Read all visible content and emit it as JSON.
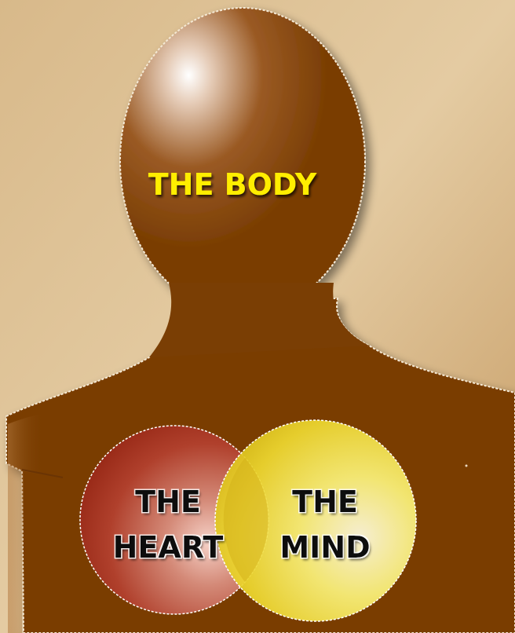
{
  "labels": {
    "body": "THE BODY",
    "heart_line1": "THE",
    "heart_line2": "HEART",
    "mind_line1": "THE",
    "mind_line2": "MIND"
  },
  "colors": {
    "background_light": "#e2c79c",
    "background_dark": "#c59a62",
    "silhouette": "#7a3e04",
    "head_highlight": "#ffffff",
    "body_label": "#ffee00",
    "heart_fill": "#a02f1c",
    "heart_highlight": "#f6d2c8",
    "mind_fill": "#ecd52c",
    "mind_highlight": "#fffbe0",
    "circle_label": "#111111"
  }
}
